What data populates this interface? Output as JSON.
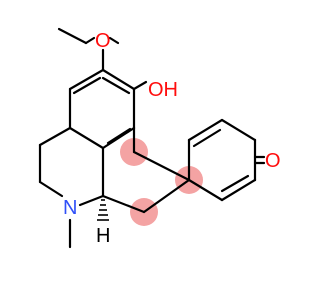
{
  "molecule": {
    "atom_labels": {
      "methoxy_oxygen": "O",
      "hydroxyl": "OH",
      "ketone_oxygen": "O",
      "amine_nitrogen": "N",
      "stereo_hydrogen": "H"
    },
    "colors": {
      "bond": "#000000",
      "heteroatom_oxygen": "#ff0d0d",
      "heteroatom_nitrogen": "#3050f8",
      "stereocenter_highlight": "#f4a3a3"
    }
  }
}
